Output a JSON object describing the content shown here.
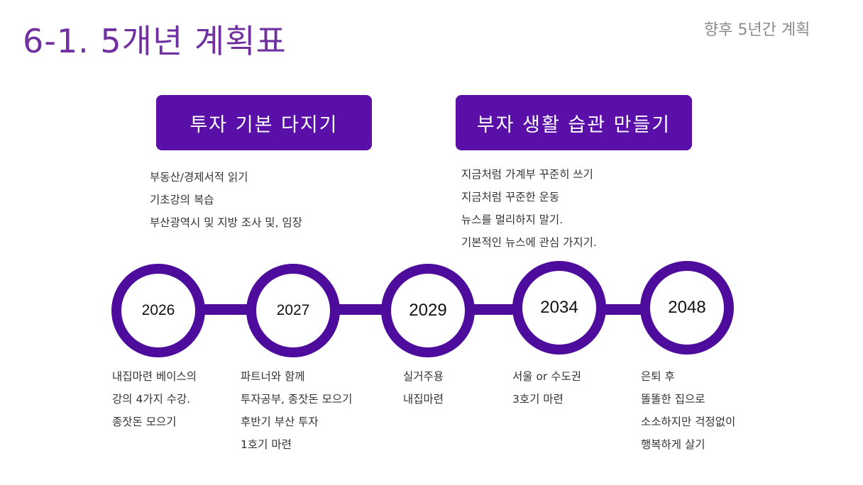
{
  "title": "6-1. 5개년 계획표",
  "subtitle": "향후 5년간 계획",
  "phases": [
    {
      "label": "투자 기본 다지기",
      "items": [
        "부동산/경제서적 읽기",
        "기초강의 복습",
        "부산광역시 및 지방 조사 및, 임장"
      ]
    },
    {
      "label": "부자 생활 습관 만들기",
      "items": [
        "지금처럼 가계부 꾸준히 쓰기",
        "지금처럼 꾸준한 운동",
        "뉴스를 멀리하지 말기.",
        "기본적인 뉴스에 관심 가지기."
      ]
    }
  ],
  "milestones": [
    {
      "year": "2026",
      "items": [
        "내집마련 베이스의",
        "강의 4가지 수강.",
        "종잣돈 모으기"
      ]
    },
    {
      "year": "2027",
      "items": [
        "파트너와 함께",
        "투자공부, 종잣돈 모으기",
        "후반기 부산 투자",
        "1호기 마련"
      ]
    },
    {
      "year": "2029",
      "items": [
        "실거주용",
        "내집마련"
      ]
    },
    {
      "year": "2034",
      "items": [
        "서울 or 수도권",
        "3호기 마련"
      ]
    },
    {
      "year": "2048",
      "items": [
        "은퇴 후",
        "똘똘한 집으로",
        "소소하지만 걱정없이",
        "행복하게 살기"
      ]
    }
  ],
  "colors": {
    "accent": "#5a0fa8",
    "title": "#7030a0"
  }
}
